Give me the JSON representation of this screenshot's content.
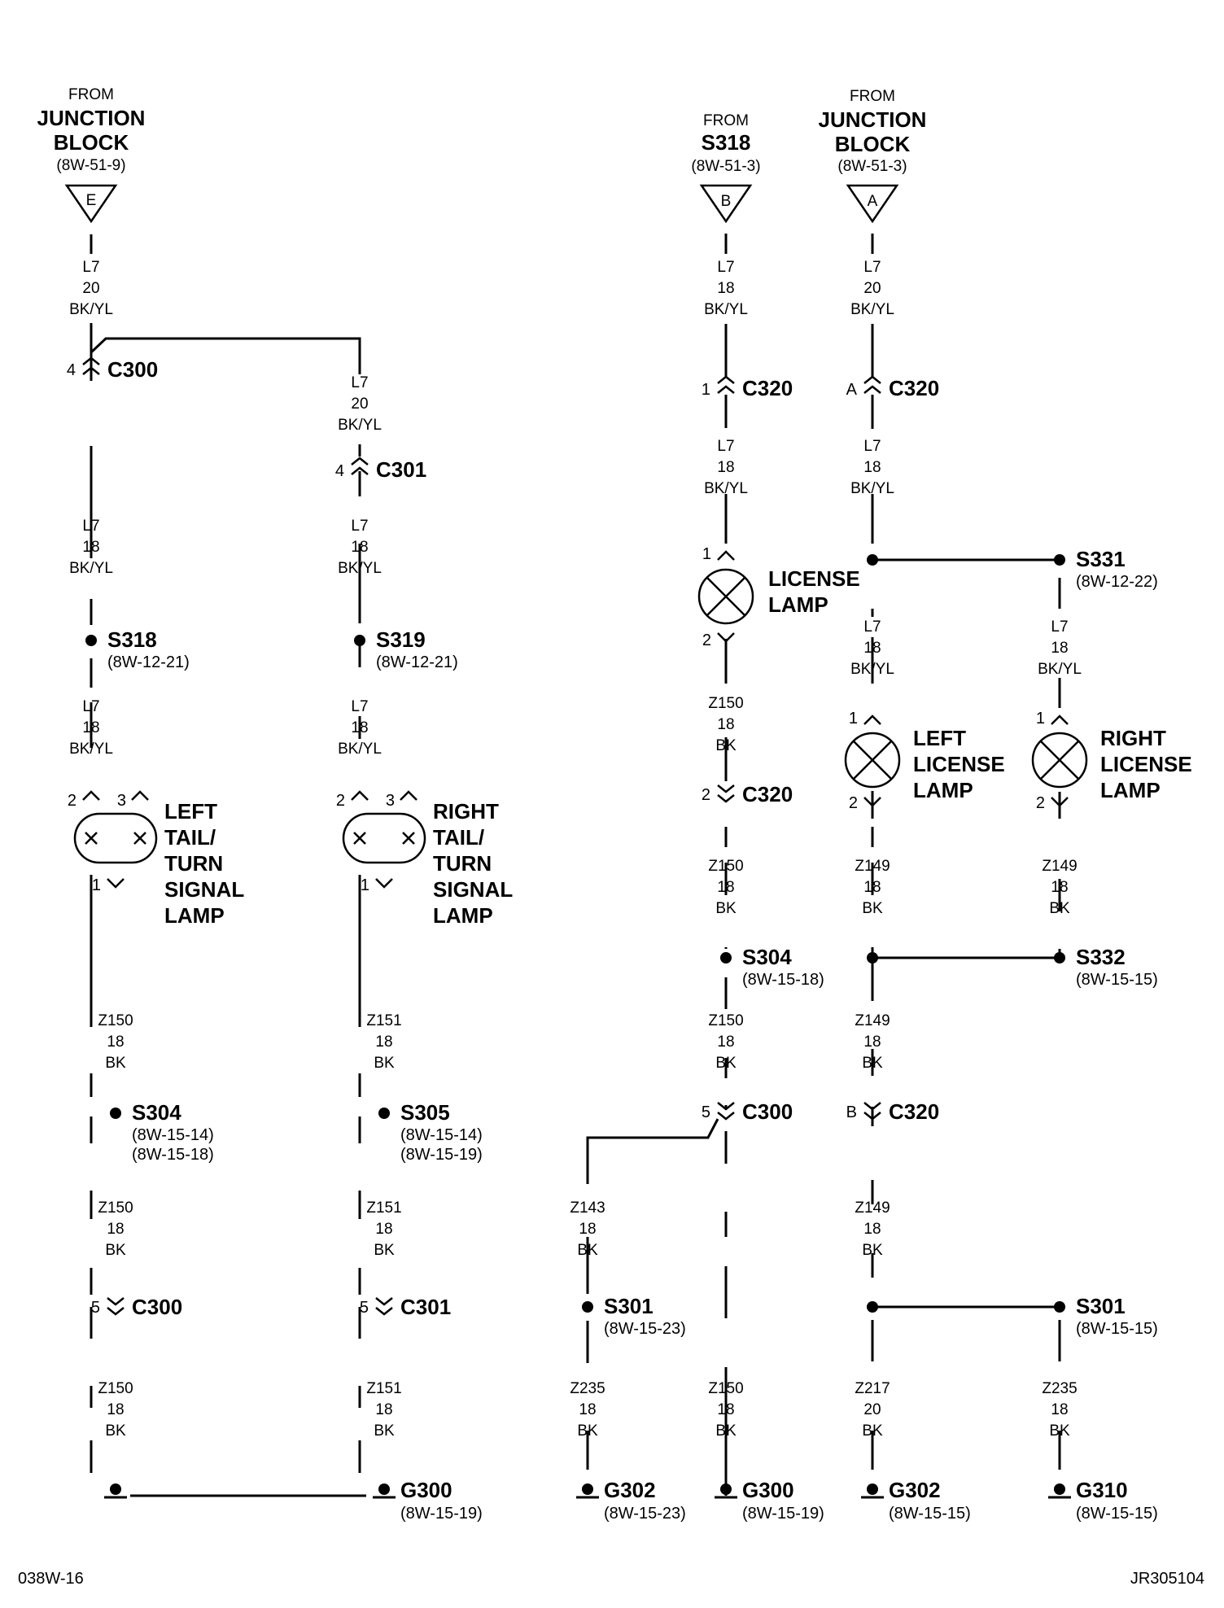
{
  "sources": [
    {
      "from": "FROM",
      "name1": "JUNCTION",
      "name2": "BLOCK",
      "ref": "(8W-51-9)",
      "pin": "E"
    },
    {
      "from": "FROM",
      "name1": "S318",
      "name2": "",
      "ref": "(8W-51-3)",
      "pin": "B"
    },
    {
      "from": "FROM",
      "name1": "JUNCTION",
      "name2": "BLOCK",
      "ref": "(8W-51-3)",
      "pin": "A"
    }
  ],
  "wires": [
    {
      "circuit": "L7",
      "gauge": "20",
      "color": "BK/YL"
    },
    {
      "circuit": "L7",
      "gauge": "20",
      "color": "BK/YL"
    },
    {
      "circuit": "L7",
      "gauge": "18",
      "color": "BK/YL"
    },
    {
      "circuit": "L7",
      "gauge": "18",
      "color": "BK/YL"
    },
    {
      "circuit": "L7",
      "gauge": "18",
      "color": "BK/YL"
    },
    {
      "circuit": "L7",
      "gauge": "18",
      "color": "BK/YL"
    },
    {
      "circuit": "Z150",
      "gauge": "18",
      "color": "BK"
    },
    {
      "circuit": "Z151",
      "gauge": "18",
      "color": "BK"
    },
    {
      "circuit": "Z150",
      "gauge": "18",
      "color": "BK"
    },
    {
      "circuit": "Z151",
      "gauge": "18",
      "color": "BK"
    },
    {
      "circuit": "Z150",
      "gauge": "18",
      "color": "BK"
    },
    {
      "circuit": "Z151",
      "gauge": "18",
      "color": "BK"
    },
    {
      "circuit": "L7",
      "gauge": "18",
      "color": "BK/YL"
    },
    {
      "circuit": "L7",
      "gauge": "20",
      "color": "BK/YL"
    },
    {
      "circuit": "L7",
      "gauge": "18",
      "color": "BK/YL"
    },
    {
      "circuit": "L7",
      "gauge": "18",
      "color": "BK/YL"
    },
    {
      "circuit": "L7",
      "gauge": "18",
      "color": "BK/YL"
    },
    {
      "circuit": "L7",
      "gauge": "18",
      "color": "BK/YL"
    },
    {
      "circuit": "Z150",
      "gauge": "18",
      "color": "BK"
    },
    {
      "circuit": "Z150",
      "gauge": "18",
      "color": "BK"
    },
    {
      "circuit": "Z150",
      "gauge": "18",
      "color": "BK"
    },
    {
      "circuit": "Z149",
      "gauge": "18",
      "color": "BK"
    },
    {
      "circuit": "Z149",
      "gauge": "18",
      "color": "BK"
    },
    {
      "circuit": "Z149",
      "gauge": "18",
      "color": "BK"
    },
    {
      "circuit": "Z149",
      "gauge": "18",
      "color": "BK"
    },
    {
      "circuit": "Z143",
      "gauge": "18",
      "color": "BK"
    },
    {
      "circuit": "Z235",
      "gauge": "18",
      "color": "BK"
    },
    {
      "circuit": "Z150",
      "gauge": "18",
      "color": "BK"
    },
    {
      "circuit": "Z217",
      "gauge": "20",
      "color": "BK"
    },
    {
      "circuit": "Z235",
      "gauge": "18",
      "color": "BK"
    }
  ],
  "connectors": [
    {
      "pin": "4",
      "name": "C300"
    },
    {
      "pin": "4",
      "name": "C301"
    },
    {
      "pin": "5",
      "name": "C300"
    },
    {
      "pin": "5",
      "name": "C301"
    },
    {
      "pin": "1",
      "name": "C320"
    },
    {
      "pin": "A",
      "name": "C320"
    },
    {
      "pin": "2",
      "name": "C320"
    },
    {
      "pin": "5",
      "name": "C300"
    },
    {
      "pin": "B",
      "name": "C320"
    }
  ],
  "splices": [
    {
      "name": "S318",
      "ref": "(8W-12-21)",
      "ref2": ""
    },
    {
      "name": "S319",
      "ref": "(8W-12-21)",
      "ref2": ""
    },
    {
      "name": "S304",
      "ref": "(8W-15-14)",
      "ref2": "(8W-15-18)"
    },
    {
      "name": "S305",
      "ref": "(8W-15-14)",
      "ref2": "(8W-15-19)"
    },
    {
      "name": "S331",
      "ref": "(8W-12-22)",
      "ref2": ""
    },
    {
      "name": "S304",
      "ref": "(8W-15-18)",
      "ref2": ""
    },
    {
      "name": "S332",
      "ref": "(8W-15-15)",
      "ref2": ""
    },
    {
      "name": "S301",
      "ref": "(8W-15-23)",
      "ref2": ""
    },
    {
      "name": "S301",
      "ref": "(8W-15-15)",
      "ref2": ""
    }
  ],
  "lamps": [
    {
      "lines": [
        "LEFT",
        "TAIL/",
        "TURN",
        "SIGNAL",
        "LAMP"
      ],
      "pin_in": "2",
      "pin_aux": "3",
      "pin_out": "1"
    },
    {
      "lines": [
        "RIGHT",
        "TAIL/",
        "TURN",
        "SIGNAL",
        "LAMP"
      ],
      "pin_in": "2",
      "pin_aux": "3",
      "pin_out": "1"
    },
    {
      "lines": [
        "LICENSE",
        "LAMP"
      ],
      "pin_in": "1",
      "pin_out": "2"
    },
    {
      "lines": [
        "LEFT",
        "LICENSE",
        "LAMP"
      ],
      "pin_in": "1",
      "pin_out": "2"
    },
    {
      "lines": [
        "RIGHT",
        "LICENSE",
        "LAMP"
      ],
      "pin_in": "1",
      "pin_out": "2"
    }
  ],
  "grounds": [
    {
      "name": "G300",
      "ref": "(8W-15-19)"
    },
    {
      "name": "G302",
      "ref": "(8W-15-23)"
    },
    {
      "name": "G300",
      "ref": "(8W-15-19)"
    },
    {
      "name": "G302",
      "ref": "(8W-15-15)"
    },
    {
      "name": "G310",
      "ref": "(8W-15-15)"
    }
  ],
  "footer": {
    "left": "038W-16",
    "right": "JR305104"
  }
}
